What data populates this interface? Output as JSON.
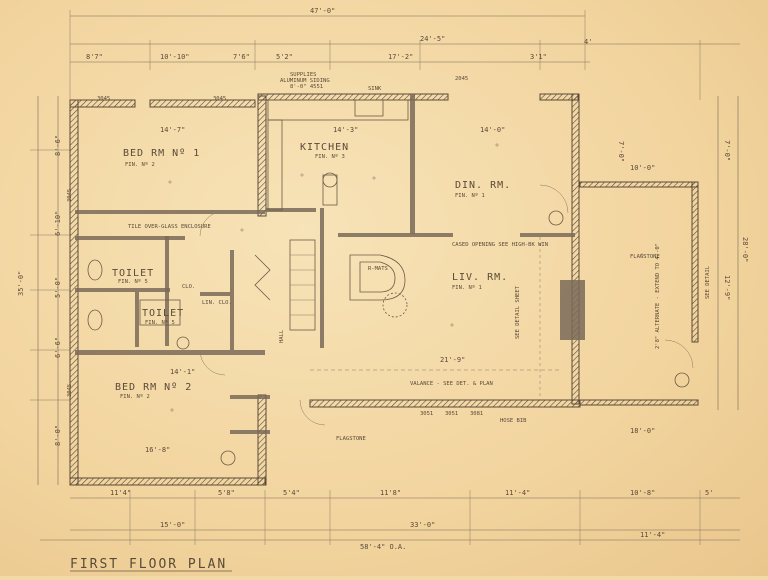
{
  "sheet_title": "FIRST FLOOR PLAN",
  "overall_width": "47'-0\"",
  "overall_oa": "58'-4\" O.A.",
  "overall_depth": "35'-0\"",
  "dim_top": {
    "seg_a": "8'7\"",
    "seg_b": "10'-10\"",
    "seg_c": "7'6\"",
    "seg_d": "5'2\"",
    "seg_e": "17'-2\"",
    "seg_f": "3'1\"",
    "seg_g": "4'",
    "seg_h": "24'-5\""
  },
  "dim_bottom": {
    "seg_a": "11'4\"",
    "seg_b": "5'8\"",
    "seg_c": "5'4\"",
    "seg_d": "11'8\"",
    "seg_e": "11'-4\"",
    "seg_f": "10'-8\"",
    "seg_g": "5'",
    "left_total": "15'-0\"",
    "mid_total": "33'-0\"",
    "right_total": "11'-4\""
  },
  "dim_left": {
    "seg_a": "8'-6\"",
    "seg_b": "6'-10\"",
    "seg_c": "5'-0\"",
    "seg_d": "6'-6\"",
    "seg_e": "8'-0\""
  },
  "dim_right": {
    "seg_a": "7'-0\"",
    "seg_b": "28'-0\"",
    "seg_c": "12'-9\"",
    "seg_d": "7'-0\""
  },
  "rooms": {
    "bed1": {
      "name": "BED RM Nº 1",
      "size": "14'-7\"",
      "finish": "FIN. Nº 2"
    },
    "kitchen": {
      "name": "KITCHEN",
      "size": "14'-3\"",
      "finish": "FIN. Nº 3"
    },
    "dining": {
      "name": "DIN. RM.",
      "size": "14'-0\"",
      "finish": "FIN. Nº 1"
    },
    "living": {
      "name": "LIV. RM.",
      "finish": "FIN. Nº 1",
      "size": "21'-9\""
    },
    "toilet1": {
      "name": "TOILET",
      "finish": "FIN. Nº 5"
    },
    "toilet2": {
      "name": "TOILET",
      "finish": "FIN. Nº 5"
    },
    "bed2": {
      "name": "BED RM Nº 2",
      "size": "14'-1\"",
      "finish": "FIN. Nº 2",
      "size2": "16'-8\""
    },
    "clo": "CLO.",
    "lin_clo": "LIN. CLO.",
    "hall": "HALL",
    "porch_size": "10'-0\"",
    "porch_depth": "18'-0\""
  },
  "notes": {
    "supplies": "SUPPLIES",
    "aluminum": "ALUMINUM SIDING",
    "sink": "SINK",
    "edgar": "8'-0\" 4551",
    "tile": "TILE OVER-GLASS ENCLOSURE",
    "flagstone": "FLAGSTONE",
    "flagstone2": "FLAGSTONE",
    "valance": "VALANCE - SEE DET. & PLAN",
    "cased": "CASED OPENING SEE HIGH-BK WIN",
    "rmats": "R-MATS",
    "door_sizes": [
      "3045",
      "3045",
      "3045",
      "3045",
      "2045",
      "3051",
      "3051",
      "3081"
    ],
    "hose": "HOSE BIB",
    "wall_note": "SEE DETAIL SHEET",
    "porch_note": "SEE DETAIL",
    "terrace": "2'8\" ALTERNATE - EXTEND TO 4'-0\""
  },
  "colors": {
    "paper": "#f2d49e",
    "ink": "#5a4a38",
    "wall": "#7a6a58"
  }
}
